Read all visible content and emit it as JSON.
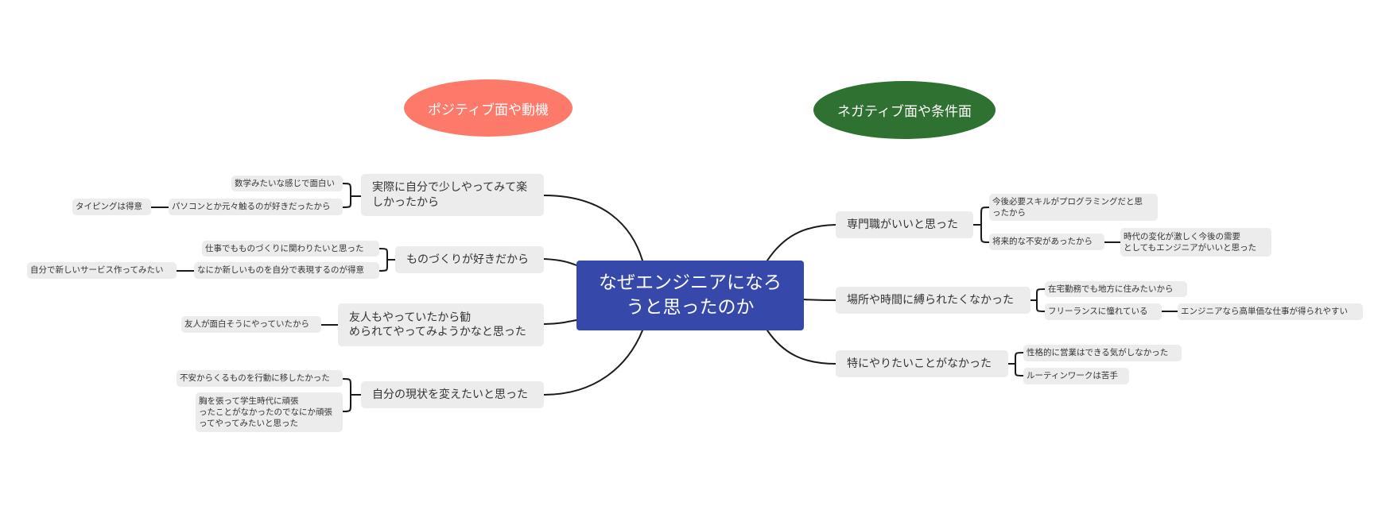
{
  "root": {
    "text": "なぜエンジニアになろ\nうと思ったのか",
    "color": "#3649ab"
  },
  "categories": {
    "positive": {
      "label": "ポジティブ面や動機",
      "color": "#fd7a6a"
    },
    "negative": {
      "label": "ネガティブ面や条件面",
      "color": "#2f7130"
    }
  },
  "left_branches": [
    {
      "text": "実際に自分で少しやってみて楽\nしかったから",
      "children": [
        {
          "text": "数学みたいな感じで面白い",
          "children": []
        },
        {
          "text": "パソコンとか元々触るのが好きだったから",
          "children": [
            {
              "text": "タイピングは得意"
            }
          ]
        }
      ]
    },
    {
      "text": "ものづくりが好きだから",
      "children": [
        {
          "text": "仕事でもものづくりに関わりたいと思った",
          "children": []
        },
        {
          "text": "なにか新しいものを自分で表現するのが得意",
          "children": [
            {
              "text": "自分で新しいサービス作ってみたい"
            }
          ]
        }
      ]
    },
    {
      "text": "友人もやっていたから勧\nめられてやってみようかなと思った",
      "children": [
        {
          "text": "友人が面白そうにやっていたから",
          "children": []
        }
      ]
    },
    {
      "text": "自分の現状を変えたいと思った",
      "children": [
        {
          "text": "不安からくるものを行動に移したかった",
          "children": []
        },
        {
          "text": "胸を張って学生時代に頑張\nったことがなかったのでなにか頑張\nってやってみたいと思った",
          "children": []
        }
      ]
    }
  ],
  "right_branches": [
    {
      "text": "専門職がいいと思った",
      "children": [
        {
          "text": "今後必要スキルがプログラミングだと思\nったから",
          "children": []
        },
        {
          "text": "将来的な不安があったから",
          "children": [
            {
              "text": "時代の変化が激しく今後の需要\nとしてもエンジニアがいいと思った"
            }
          ]
        }
      ]
    },
    {
      "text": "場所や時間に縛られたくなかった",
      "children": [
        {
          "text": "在宅勤務でも地方に住みたいから",
          "children": []
        },
        {
          "text": "フリーランスに憧れている",
          "children": [
            {
              "text": "エンジニアなら高単価な仕事が得られやすい"
            }
          ]
        }
      ]
    },
    {
      "text": "特にやりたいことがなかった",
      "children": [
        {
          "text": "性格的に営業はできる気がしなかった",
          "children": []
        },
        {
          "text": "ルーティンワークは苦手",
          "children": []
        }
      ]
    }
  ]
}
